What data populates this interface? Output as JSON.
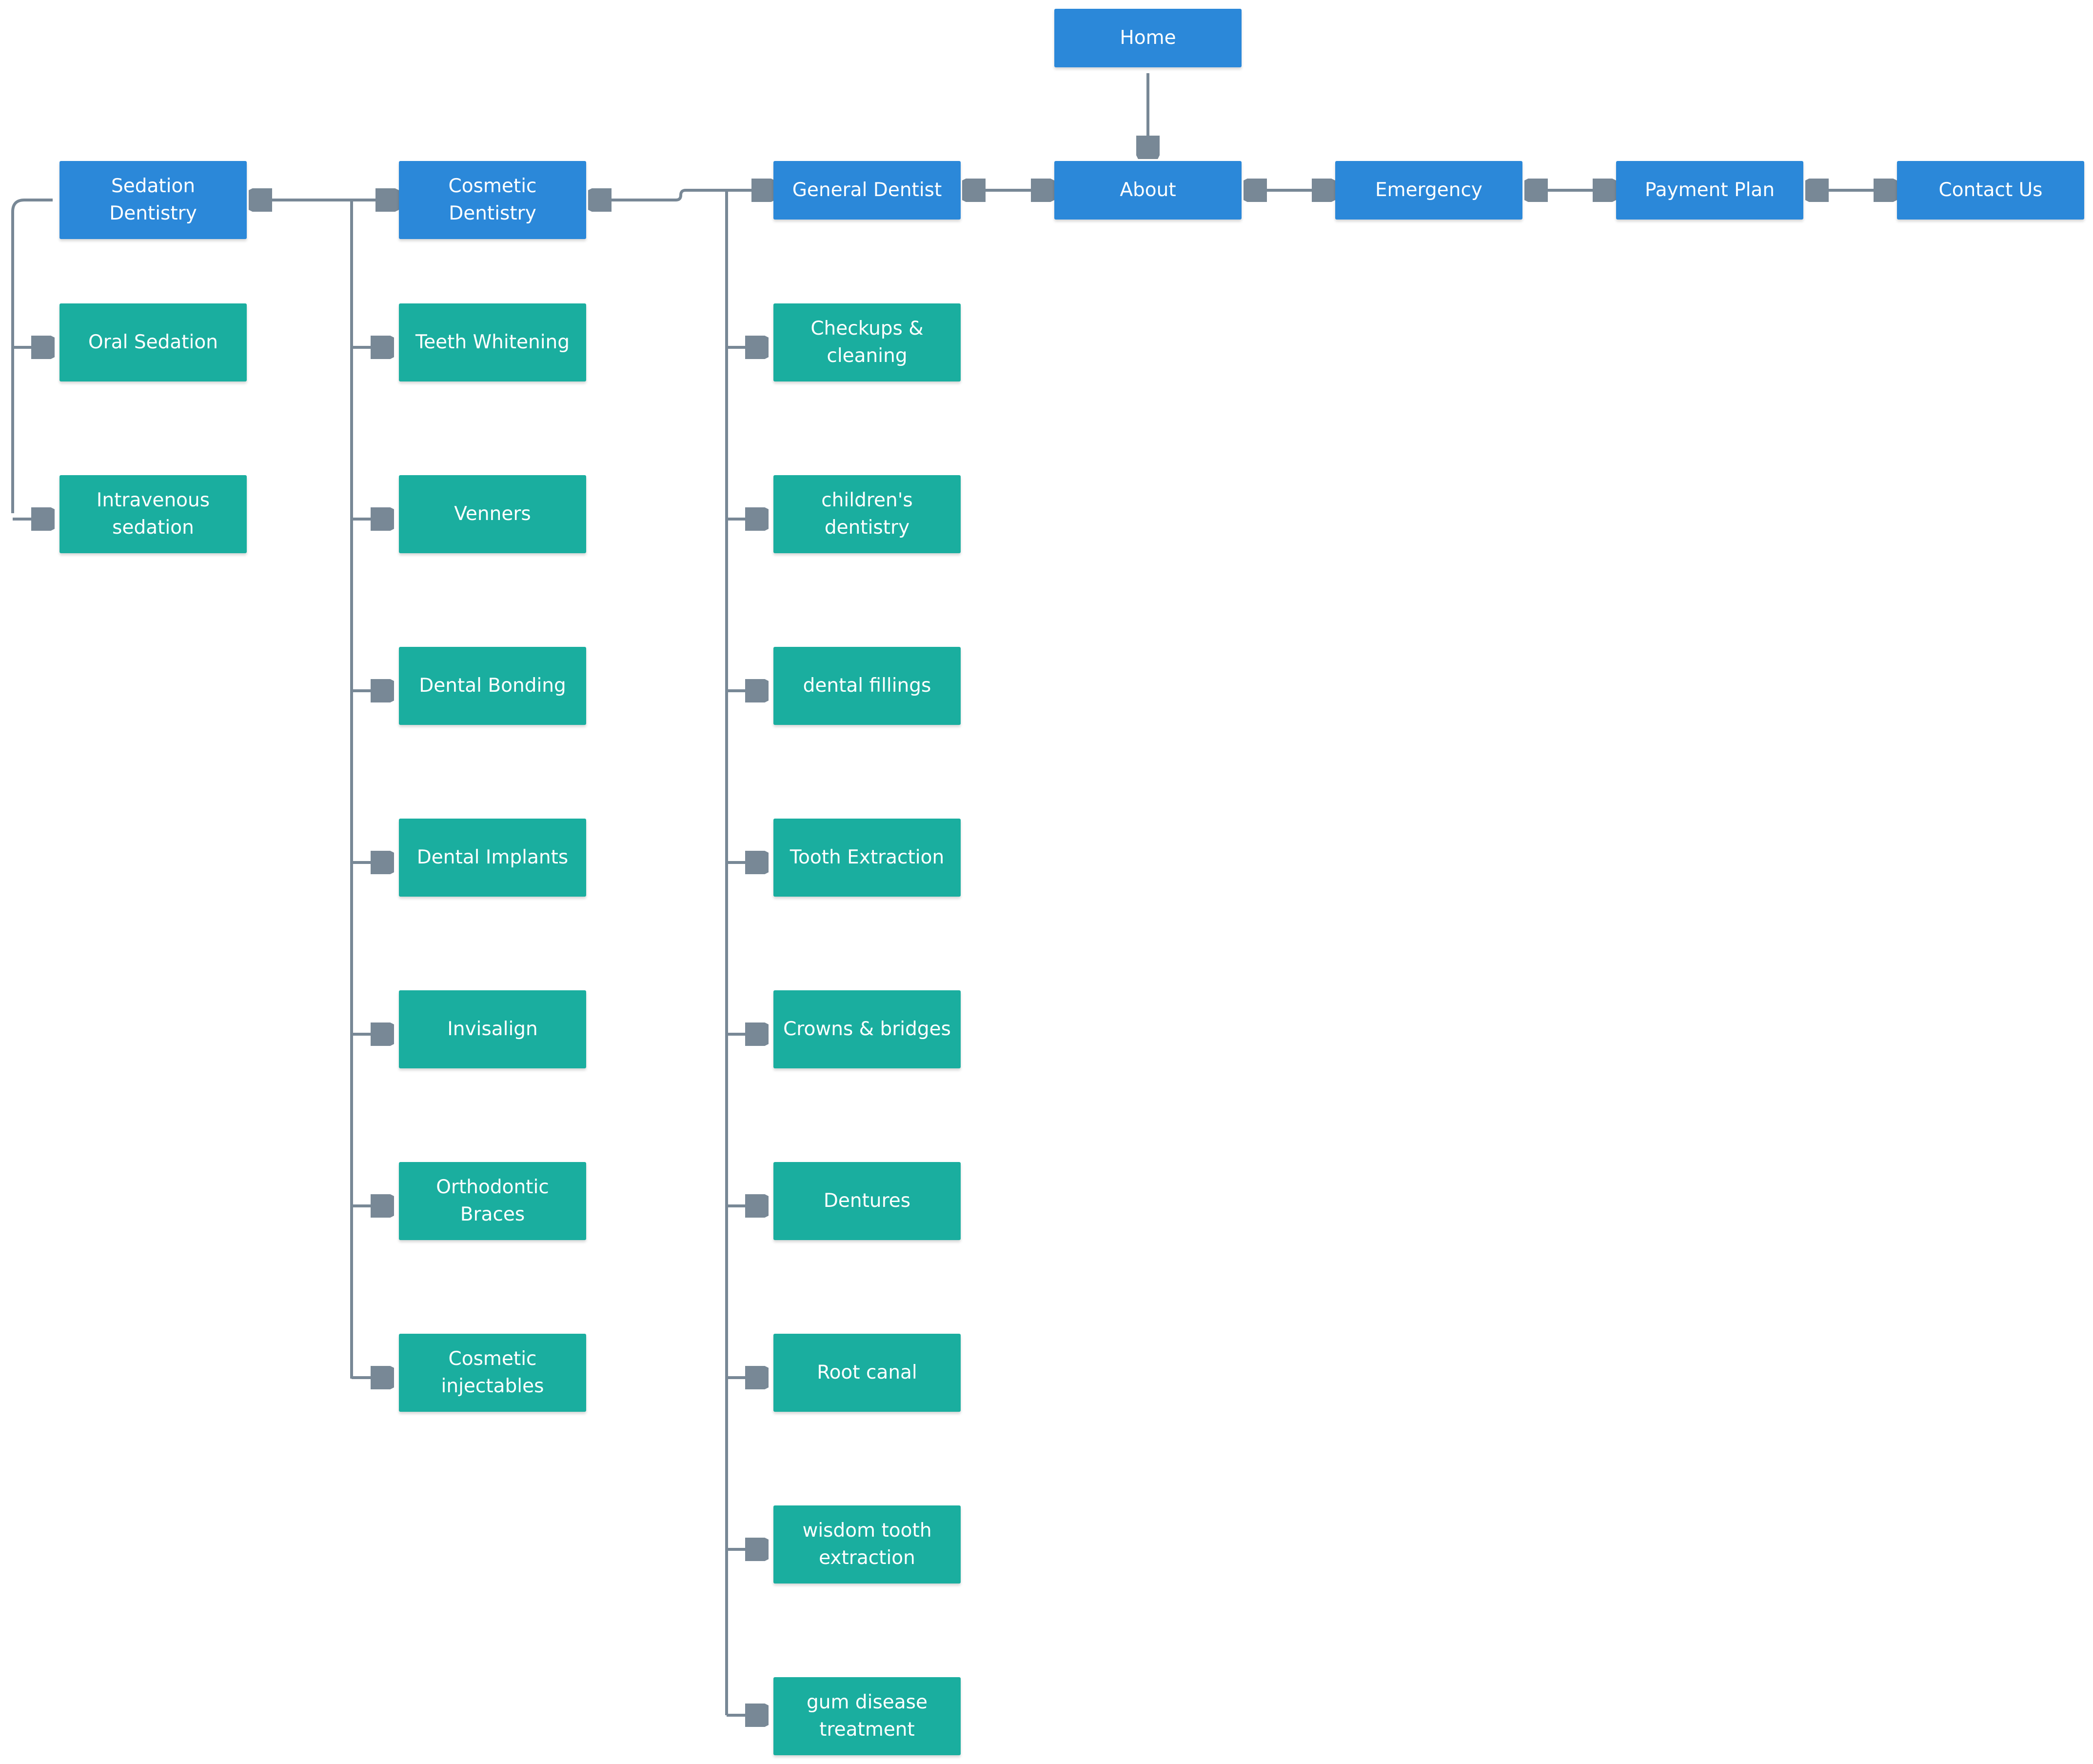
{
  "colors": {
    "primary_node": "#2b88d9",
    "secondary_node": "#1aae9f",
    "connector": "#788896",
    "background": "#ffffff"
  },
  "main_nav": {
    "home": "Home",
    "about": "About",
    "emergency": "Emergency",
    "payment_plan": "Payment Plan",
    "contact_us": "Contact Us",
    "general_dentist": "General Dentist",
    "cosmetic_dentistry": "Cosmetic Dentistry",
    "sedation_dentistry": "Sedation Dentistry"
  },
  "sedation_items": [
    "Oral Sedation",
    "Intravenous sedation"
  ],
  "cosmetic_items": [
    "Teeth Whitening",
    "Venners",
    "Dental Bonding",
    "Dental Implants",
    "Invisalign",
    "Orthodontic Braces",
    "Cosmetic injectables"
  ],
  "general_items": [
    "Checkups & cleaning",
    "children's dentistry",
    "dental fillings",
    "Tooth Extraction",
    "Crowns & bridges",
    "Dentures",
    "Root canal",
    "wisdom tooth extraction",
    "gum disease treatment"
  ]
}
